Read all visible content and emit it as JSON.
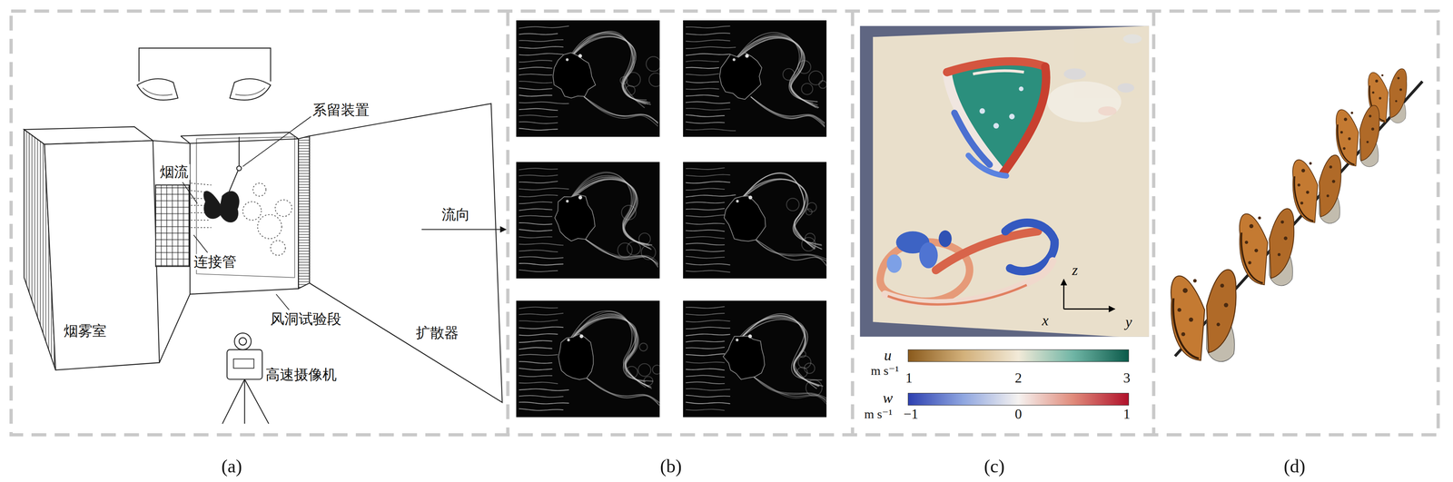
{
  "diagram": {
    "labels": [
      "烟流",
      "系留装置",
      "烟雾室",
      "连接管",
      "风洞试验段",
      "扩散器",
      "流向",
      "高速摄像机",
      "u",
      "m s⁻¹",
      "1",
      "2",
      "3",
      "w",
      "m s⁻¹",
      "−1",
      "0",
      "1",
      "z",
      "x",
      "y",
      "(a)",
      "(b)",
      "(c)",
      "(d)"
    ]
  }
}
